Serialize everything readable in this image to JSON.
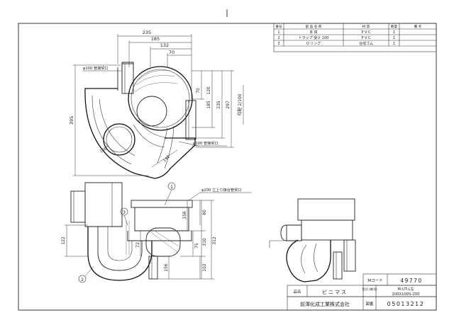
{
  "parts_table": {
    "headers": [
      "番号",
      "部 品 名 称",
      "材 質",
      "数量",
      "備 考"
    ],
    "rows": [
      [
        "1",
        "本 体",
        "P V C",
        "1",
        ""
      ],
      [
        "2",
        "トラップ 受け 100",
        "P V C",
        "1",
        ""
      ],
      [
        "3",
        "O リング",
        "合成ゴム",
        "1",
        ""
      ]
    ]
  },
  "plan_view": {
    "dims": [
      "235",
      "185",
      "132",
      "70",
      "395",
      "70",
      "120",
      "185",
      "235",
      "297"
    ],
    "slope": "勾配 2/100",
    "labels": [
      "φ100 管接受口",
      "φ100 管接受口",
      "100°",
      "140"
    ]
  },
  "elevation_view": {
    "dims": [
      "122",
      "72",
      "156",
      "80",
      "310",
      "312",
      "75",
      "156",
      "102"
    ],
    "labels": [
      "φ200 立上り接合管受口"
    ],
    "balloons": [
      "1",
      "2",
      "3"
    ]
  },
  "title_block": {
    "code_label": "Mコード",
    "code_value": "49770",
    "name_label": "品名",
    "name_value": "ビニマス",
    "model_label": "型式 (略号)",
    "model_value_1": "M-UT-L左",
    "model_value_2": "100X100S-200",
    "company": "前澤化成工業株式会社",
    "drawing_no_label": "図番",
    "drawing_no": "05013212"
  }
}
